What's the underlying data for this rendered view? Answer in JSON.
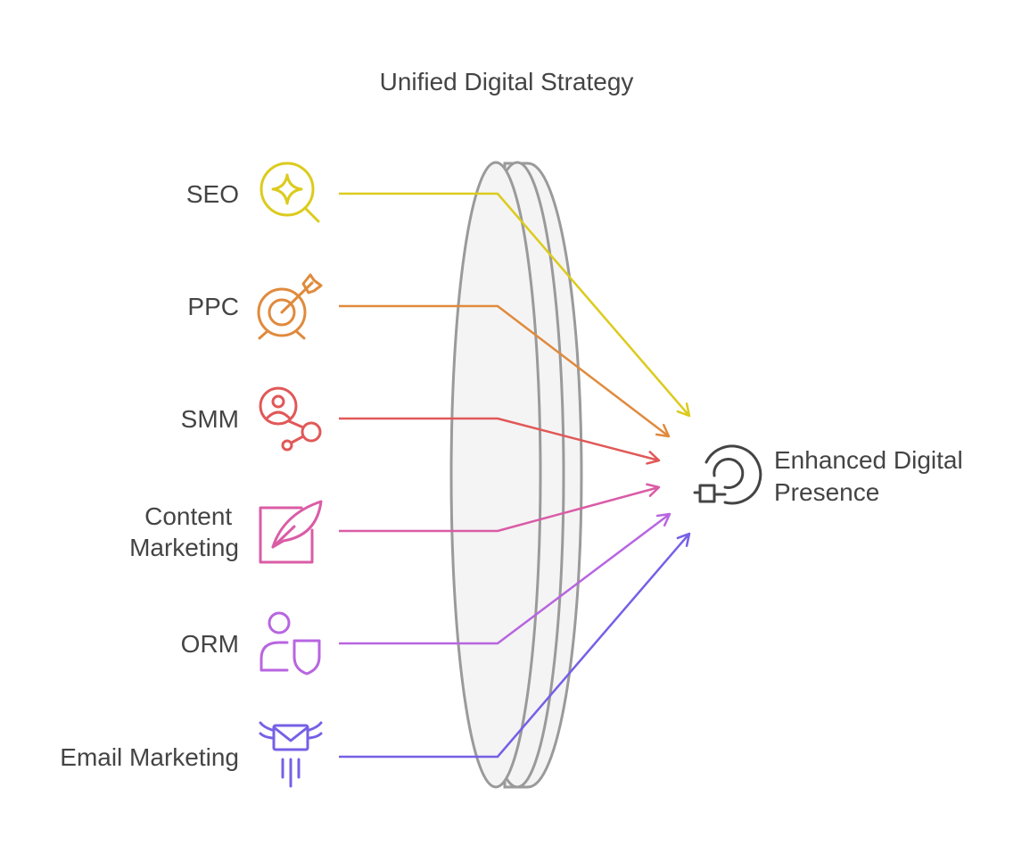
{
  "title": "Unified Digital Strategy",
  "sources": [
    {
      "label": [
        "SEO"
      ],
      "icon": "search-sparkle-icon",
      "color": "#dccb1d"
    },
    {
      "label": [
        "PPC"
      ],
      "icon": "target-arrow-icon",
      "color": "#e08a3c"
    },
    {
      "label": [
        "SMM"
      ],
      "icon": "user-share-icon",
      "color": "#e15858"
    },
    {
      "label": [
        "Content",
        "Marketing"
      ],
      "icon": "edit-feather-icon",
      "color": "#da5ca6"
    },
    {
      "label": [
        "ORM"
      ],
      "icon": "user-shield-icon",
      "color": "#b865e0"
    },
    {
      "label": [
        "Email Marketing"
      ],
      "icon": "winged-mail-icon",
      "color": "#7660e6"
    }
  ],
  "lens": {
    "stroke": "#9a9a9a",
    "fill": "#f4f4f4"
  },
  "output": {
    "label": [
      "Enhanced Digital",
      "Presence"
    ],
    "icon": "digital-presence-icon",
    "color": "#444444"
  }
}
